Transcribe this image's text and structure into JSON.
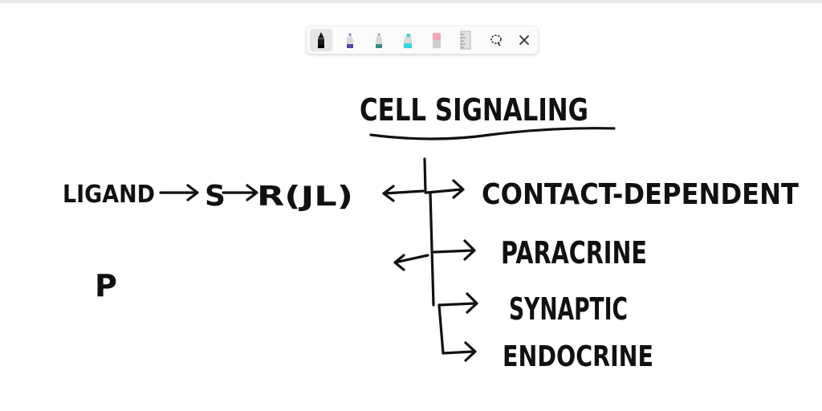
{
  "toolbar": {
    "tools": [
      {
        "name": "pen-black-icon",
        "label": "",
        "color": "#1a1a1a",
        "selected": true
      },
      {
        "name": "pen-purple-icon",
        "label": "",
        "color": "#5b3fa6",
        "selected": false
      },
      {
        "name": "pen-teal-icon",
        "label": "",
        "color": "#3e8a86",
        "selected": false
      },
      {
        "name": "highlighter-cyan-icon",
        "label": "",
        "color": "#38d3e0",
        "selected": false
      },
      {
        "name": "eraser-icon",
        "label": "",
        "color": "#f0a7b4",
        "selected": false
      },
      {
        "name": "ruler-icon",
        "label": "",
        "color": "#c9c9c9",
        "selected": false
      },
      {
        "name": "lasso-select-icon",
        "label": "",
        "color": "#333333",
        "selected": false
      },
      {
        "name": "close-icon",
        "label": "",
        "color": "#333333",
        "selected": false
      }
    ]
  },
  "note": {
    "title": "CELL SIGNALING",
    "pathway": {
      "ligand": "LIGAND",
      "signal": "S",
      "receptor": "R(JL)"
    },
    "types": [
      "CONTACT-DEPENDENT",
      "PARACRINE",
      "SYNAPTIC",
      "ENDOCRINE"
    ],
    "partial_letter": "P"
  }
}
